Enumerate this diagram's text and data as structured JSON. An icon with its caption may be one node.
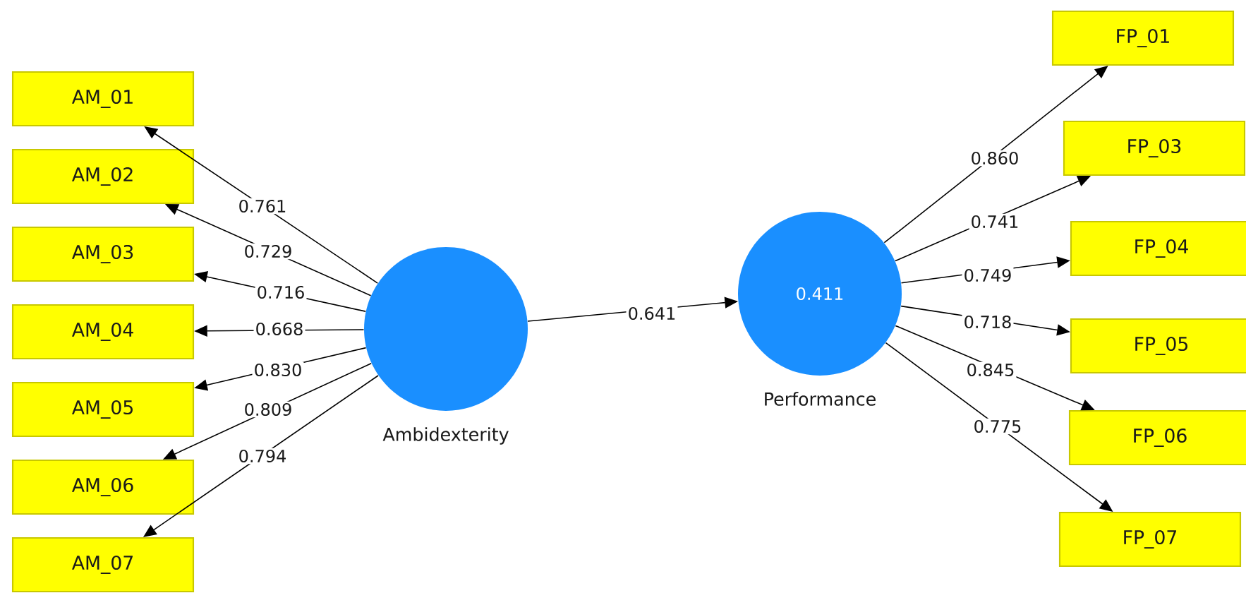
{
  "diagram": {
    "nodes": [
      {
        "text": [
          "AM_01"
        ]
      },
      {
        "text": [
          "AM_02"
        ]
      },
      {
        "text": [
          "AM_03"
        ]
      },
      {
        "text": [
          "AM_04"
        ]
      },
      {
        "text": [
          "AM_05"
        ]
      },
      {
        "text": [
          "AM_06"
        ]
      },
      {
        "text": [
          "AM_07"
        ]
      },
      {
        "text": [
          "Ambidexterity"
        ]
      },
      {
        "text": [
          "0.411",
          "Performance"
        ]
      },
      {
        "text": [
          "FP_01"
        ]
      },
      {
        "text": [
          "FP_03"
        ]
      },
      {
        "text": [
          "FP_04"
        ]
      },
      {
        "text": [
          "FP_05"
        ]
      },
      {
        "text": [
          "FP_06"
        ]
      },
      {
        "text": [
          "FP_07"
        ]
      }
    ],
    "edges": [
      {
        "from": 7,
        "to": 0,
        "arrow": "to",
        "label": "0.761"
      },
      {
        "from": 7,
        "to": 1,
        "arrow": "to",
        "label": "0.729"
      },
      {
        "from": 7,
        "to": 2,
        "arrow": "to",
        "label": "0.716"
      },
      {
        "from": 7,
        "to": 3,
        "arrow": "to",
        "label": "0.668"
      },
      {
        "from": 7,
        "to": 4,
        "arrow": "to",
        "label": "0.830"
      },
      {
        "from": 7,
        "to": 5,
        "arrow": "to",
        "label": "0.809"
      },
      {
        "from": 7,
        "to": 6,
        "arrow": "to",
        "label": "0.794"
      },
      {
        "from": 7,
        "to": 8,
        "arrow": "to",
        "label": "0.641"
      },
      {
        "from": 8,
        "to": 9,
        "arrow": "to",
        "label": "0.860"
      },
      {
        "from": 8,
        "to": 10,
        "arrow": "to",
        "label": "0.741"
      },
      {
        "from": 8,
        "to": 11,
        "arrow": "to",
        "label": "0.749"
      },
      {
        "from": 8,
        "to": 12,
        "arrow": "to",
        "label": "0.718"
      },
      {
        "from": 8,
        "to": 13,
        "arrow": "to",
        "label": "0.845"
      },
      {
        "from": 8,
        "to": 14,
        "arrow": "to",
        "label": "0.775"
      }
    ]
  }
}
